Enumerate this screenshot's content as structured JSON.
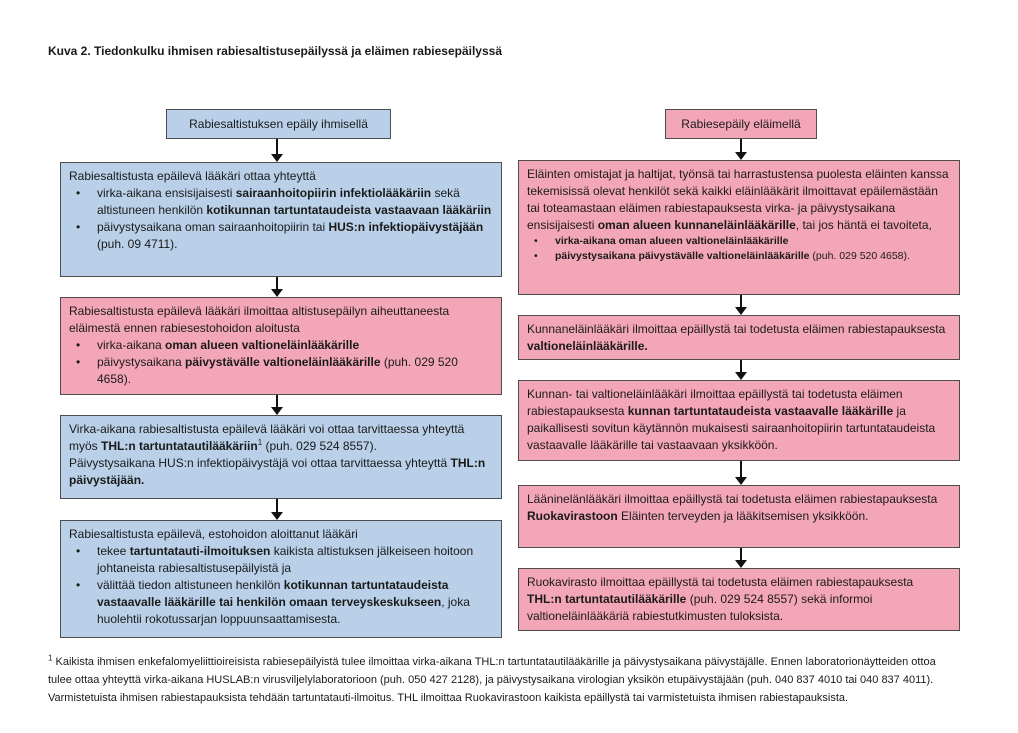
{
  "title": "Kuva 2. Tiedonkulku ihmisen rabiesaltistusepäilyssä ja eläimen rabiesepäilyssä",
  "left": {
    "header": "Rabiesaltistuksen epäily ihmisellä",
    "box1": {
      "intro": "Rabiesaltistusta epäilevä lääkäri ottaa yhteyttä",
      "b1_p1": "virka-aikana ensisijaisesti ",
      "b1_b1": "sairaanhoitopiirin infektiolääkäriin",
      "b1_p2": " sekä altistuneen henkilön ",
      "b1_b2": "kotikunnan tartuntataudeista vastaavaan lääkäriin",
      "b2_p1": "päivystysaikana oman sairaanhoitopiirin tai ",
      "b2_b1": "HUS:n infektiopäivystäjään",
      "b2_p2": " (puh. 09 4711)."
    },
    "box2": {
      "intro": "Rabiesaltistusta epäilevä lääkäri ilmoittaa altistusepäilyn aiheuttaneesta eläimestä ennen rabiesestohoidon aloitusta",
      "b1_p1": "virka-aikana ",
      "b1_b1": "oman alueen valtioneläinlääkärille",
      "b2_p1": "päivystysaikana ",
      "b2_b1": "päivystävälle valtioneläinlääkärille",
      "b2_p2": " (puh. 029 520 4658)."
    },
    "box3": {
      "p1": "Virka-aikana rabiesaltistusta epäilevä lääkäri voi ottaa tarvittaessa yhteyttä myös ",
      "b1": "THL:n tartuntatautilääkäriin",
      "sup": "1",
      "p2": " (puh. 029 524 8557).",
      "p3": "Päivystysaikana HUS:n infektiopäivystäjä voi ottaa tarvittaessa yhteyttä ",
      "b2": "THL:n päivystäjään."
    },
    "box4": {
      "intro": "Rabiesaltistusta epäilevä, estohoidon aloittanut lääkäri",
      "b1_p1": "tekee ",
      "b1_b1": "tartuntatauti-ilmoituksen",
      "b1_p2": " kaikista altistuksen jälkeiseen hoitoon johtaneista rabiesaltistusepäilyistä ja",
      "b2_p1": "välittää tiedon altistuneen henkilön ",
      "b2_b1": "kotikunnan tartuntataudeista vastaavalle lääkärille tai henkilön omaan terveyskeskukseen",
      "b2_p2": ", joka huolehtii rokotussarjan loppuunsaattamisesta."
    }
  },
  "right": {
    "header": "Rabiesepäily eläimellä",
    "box1": {
      "p1": "Eläinten omistajat ja haltijat, työnsä tai harrastustensa puolesta eläinten kanssa tekemisissä olevat henkilöt sekä kaikki eläinlääkärit ilmoittavat epäilemästään tai toteamastaan eläimen rabiestapauksesta virka- ja päivystysaikana ensisijaisesti ",
      "b1": "oman alueen kunnaneläinlääkärille",
      "p2": ", tai jos häntä ei tavoiteta,",
      "li1_b": "virka-aikana oman alueen valtioneläinlääkärille",
      "li2_b": "päivystysaikana päivystävälle valtioneläinlääkärille",
      "li2_p": " (puh. 029 520 4658)."
    },
    "box2": {
      "p1": "Kunnaneläinlääkäri ilmoittaa epäillystä tai todetusta eläimen rabiestapauksesta ",
      "b1": "valtioneläinlääkärille."
    },
    "box3": {
      "p1": "Kunnan- tai valtioneläinlääkäri ilmoittaa epäillystä tai todetusta eläimen rabiestapauksesta ",
      "b1": "kunnan tartuntataudeista vastaavalle lääkärille",
      "p2": " ja paikallisesti sovitun käytännön mukaisesti sairaanhoitopiirin tartuntataudeista vastaavalle lääkärille tai vastaavaan yksikköön."
    },
    "box4": {
      "p1": "Lääninelänlääkäri ilmoittaa epäillystä tai todetusta eläimen rabiestapauksesta ",
      "b1": "Ruokavirastoon",
      "p2": " Eläinten terveyden ja lääkitsemisen yksikköön."
    },
    "box5": {
      "p1": "Ruokavirasto ilmoittaa epäillystä tai todetusta eläimen rabiestapauksesta ",
      "b1": "THL:n  tartuntatautilääkärille",
      "p2": " (puh. 029 524 8557) sekä informoi valtioneläinlääkäriä rabiestutkimusten tuloksista."
    }
  },
  "footnote": {
    "sup": "1",
    "text": " Kaikista ihmisen enkefalomyeliittioireisista rabiesepäilyistä tulee ilmoittaa virka-aikana THL:n tartuntatautilääkärille ja päivystysaikana päivystäjälle. Ennen laboratorionäytteiden ottoa tulee ottaa yhteyttä virka-aikana HUSLAB:n virusviljelylaboratorioon (puh. 050 427 2128), ja päivystysaikana virologian yksikön etupäivystäjään (puh. 040 837 4010 tai 040 837 4011). Varmistetuista ihmisen rabiestapauksista tehdään tartuntatauti-ilmoitus. THL ilmoittaa Ruokavirastoon kaikista epäillystä tai varmistetuista ihmisen rabiestapauksista."
  },
  "colors": {
    "human_box": "#b9d0e8",
    "animal_box": "#f4a6b9",
    "border": "#4d4d4d"
  }
}
